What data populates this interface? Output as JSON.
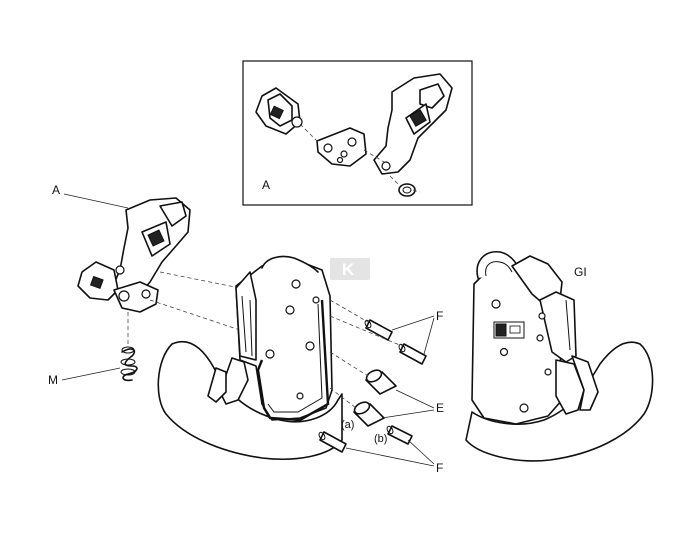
{
  "labels": {
    "inset": "A",
    "top_a": "A",
    "m": "M",
    "gi": "GI",
    "f_top": "F",
    "e": "E",
    "f_bottom": "F",
    "a": "(a)",
    "b": "(b)"
  },
  "logo_text": "K"
}
